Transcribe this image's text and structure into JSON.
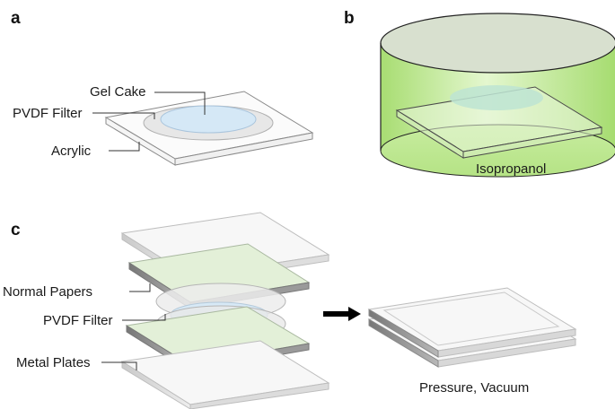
{
  "panels": {
    "a": {
      "letter": "a",
      "labels": {
        "gel_cake": "Gel Cake",
        "pvdf_filter": "PVDF Filter",
        "acrylic": "Acrylic"
      }
    },
    "b": {
      "letter": "b",
      "labels": {
        "solvent": "Isopropanol"
      }
    },
    "c": {
      "letter": "c",
      "labels": {
        "normal_papers": "Normal Papers",
        "pvdf_filter": "PVDF Filter",
        "metal_plates": "Metal Plates",
        "result": "Pressure, Vacuum"
      }
    }
  },
  "colors": {
    "plate_top": "#f7f7f7",
    "plate_edge": "#8c8c8c",
    "paper_green": "#e3f0d8",
    "gel_blue": "#d6e9f6",
    "filter_gray": "#eaeaea",
    "solvent_green": "#c8eba0",
    "arrow": "#000000"
  }
}
